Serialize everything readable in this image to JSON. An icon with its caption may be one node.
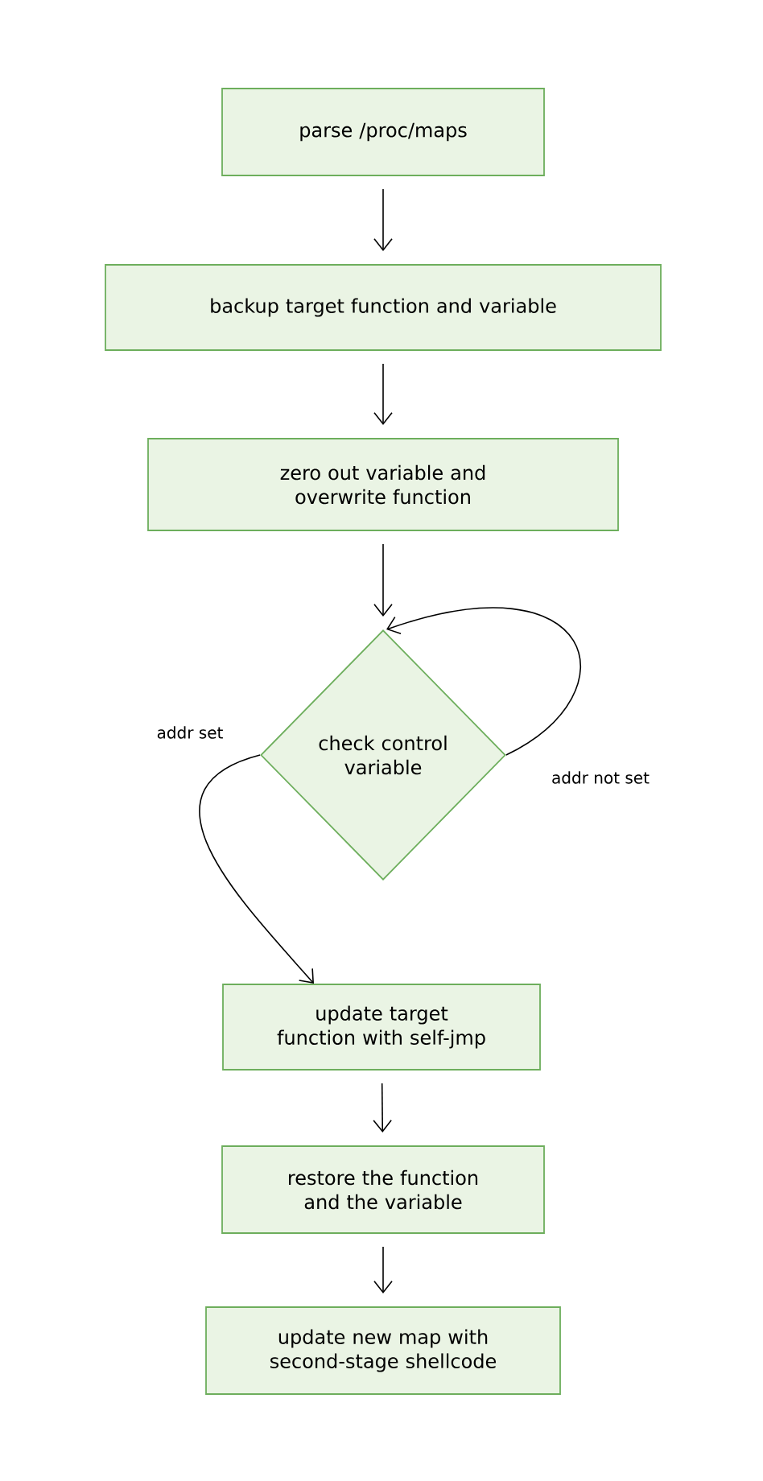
{
  "diagram": {
    "nodes": [
      {
        "text": [
          "parse /proc/maps"
        ]
      },
      {
        "text": [
          "backup target function and variable"
        ]
      },
      {
        "text": [
          "zero out variable and overwrite function"
        ]
      },
      {
        "text": [
          "check control variable"
        ]
      },
      {
        "text": [
          "update target function with self-jmp"
        ]
      },
      {
        "text": [
          "restore the function and the variable"
        ]
      },
      {
        "text": [
          "update new map with second-stage shellcode"
        ]
      }
    ],
    "edges": [
      {
        "from": 0,
        "to": 1,
        "arrow": "to"
      },
      {
        "from": 1,
        "to": 2,
        "arrow": "to"
      },
      {
        "from": 2,
        "to": 3,
        "arrow": "to"
      },
      {
        "from": 3,
        "to": 3,
        "arrow": "to",
        "label": "addr not set"
      },
      {
        "from": 3,
        "to": 4,
        "arrow": "to",
        "label": "addr set"
      },
      {
        "from": 4,
        "to": 5,
        "arrow": "to"
      },
      {
        "from": 5,
        "to": 6,
        "arrow": "to"
      }
    ]
  }
}
